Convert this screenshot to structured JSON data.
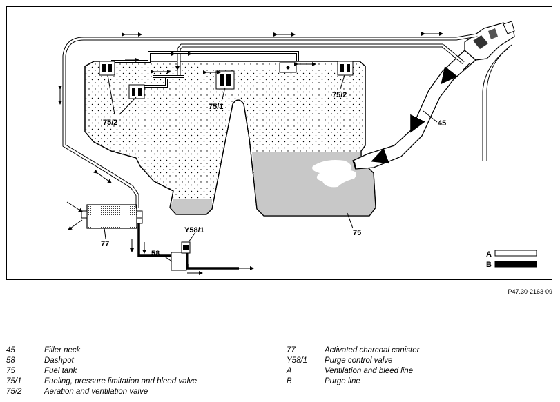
{
  "figure_reference": "P47.30-2163-09",
  "callouts": {
    "c45": "45",
    "c58": "58",
    "c75": "75",
    "c75_1": "75/1",
    "c75_2a": "75/2",
    "c75_2b": "75/2",
    "c77": "77",
    "cY58_1": "Y58/1",
    "cA": "A",
    "cB": "B"
  },
  "line_types": {
    "A": {
      "style": "outlined",
      "fill": "#ffffff"
    },
    "B": {
      "style": "solid",
      "fill": "#000000"
    }
  },
  "colors": {
    "fuel": "#c8c8c8",
    "outline": "#000000",
    "background": "#ffffff"
  },
  "legend_left": [
    {
      "code": "45",
      "text": "Filler neck"
    },
    {
      "code": "58",
      "text": "Dashpot"
    },
    {
      "code": "75",
      "text": "Fuel tank"
    },
    {
      "code": "75/1",
      "text": "Fueling, pressure limitation and bleed valve"
    },
    {
      "code": "75/2",
      "text": "Aeration and ventilation valve"
    }
  ],
  "legend_right": [
    {
      "code": "77",
      "text": "Activated charcoal canister"
    },
    {
      "code": "Y58/1",
      "text": "Purge control valve"
    },
    {
      "code": "A",
      "text": "Ventilation and bleed line"
    },
    {
      "code": "B",
      "text": "Purge line"
    }
  ]
}
